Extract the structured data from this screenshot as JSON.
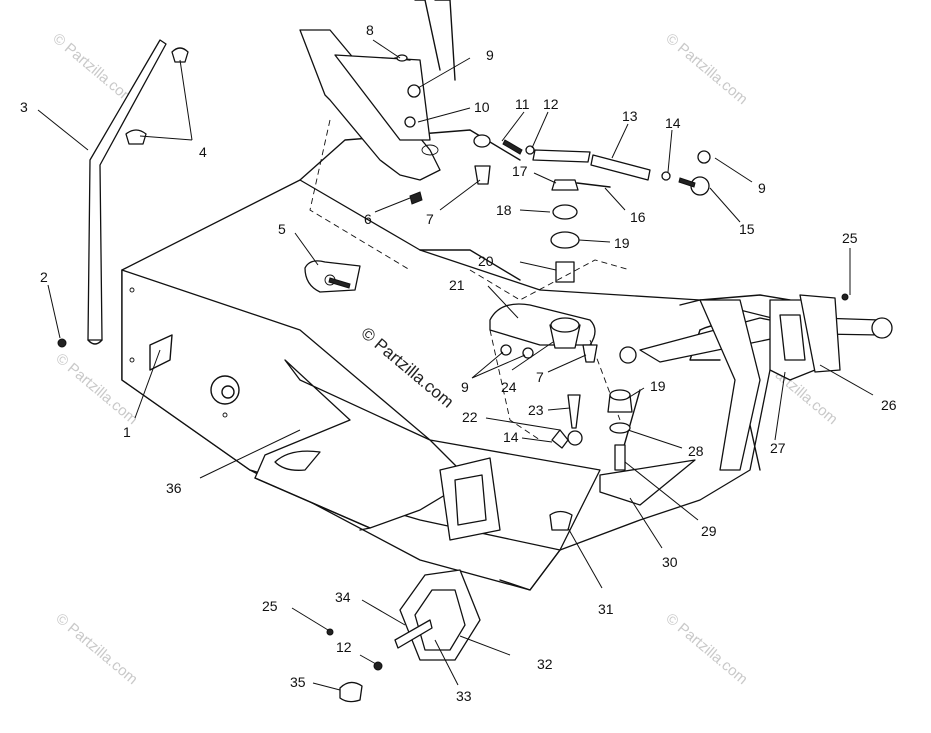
{
  "watermark": {
    "text": "© Partzilla.com",
    "center_text": "© Partzilla.com"
  },
  "callouts": {
    "c1": "1",
    "c2": "2",
    "c3": "3",
    "c4": "4",
    "c5": "5",
    "c6": "6",
    "c7a": "7",
    "c7b": "7",
    "c8": "8",
    "c9a": "9",
    "c9b": "9",
    "c9c": "9",
    "c10": "10",
    "c11": "11",
    "c12a": "12",
    "c12b": "12",
    "c13": "13",
    "c14a": "14",
    "c14b": "14",
    "c15": "15",
    "c16": "16",
    "c17": "17",
    "c18": "18",
    "c19a": "19",
    "c19b": "19",
    "c20": "20",
    "c21": "21",
    "c22": "22",
    "c23": "23",
    "c24": "24",
    "c25a": "25",
    "c25b": "25",
    "c26": "26",
    "c27": "27",
    "c28": "28",
    "c29": "29",
    "c30": "30",
    "c31": "31",
    "c32": "32",
    "c33": "33",
    "c34": "34",
    "c35": "35",
    "c36": "36"
  }
}
